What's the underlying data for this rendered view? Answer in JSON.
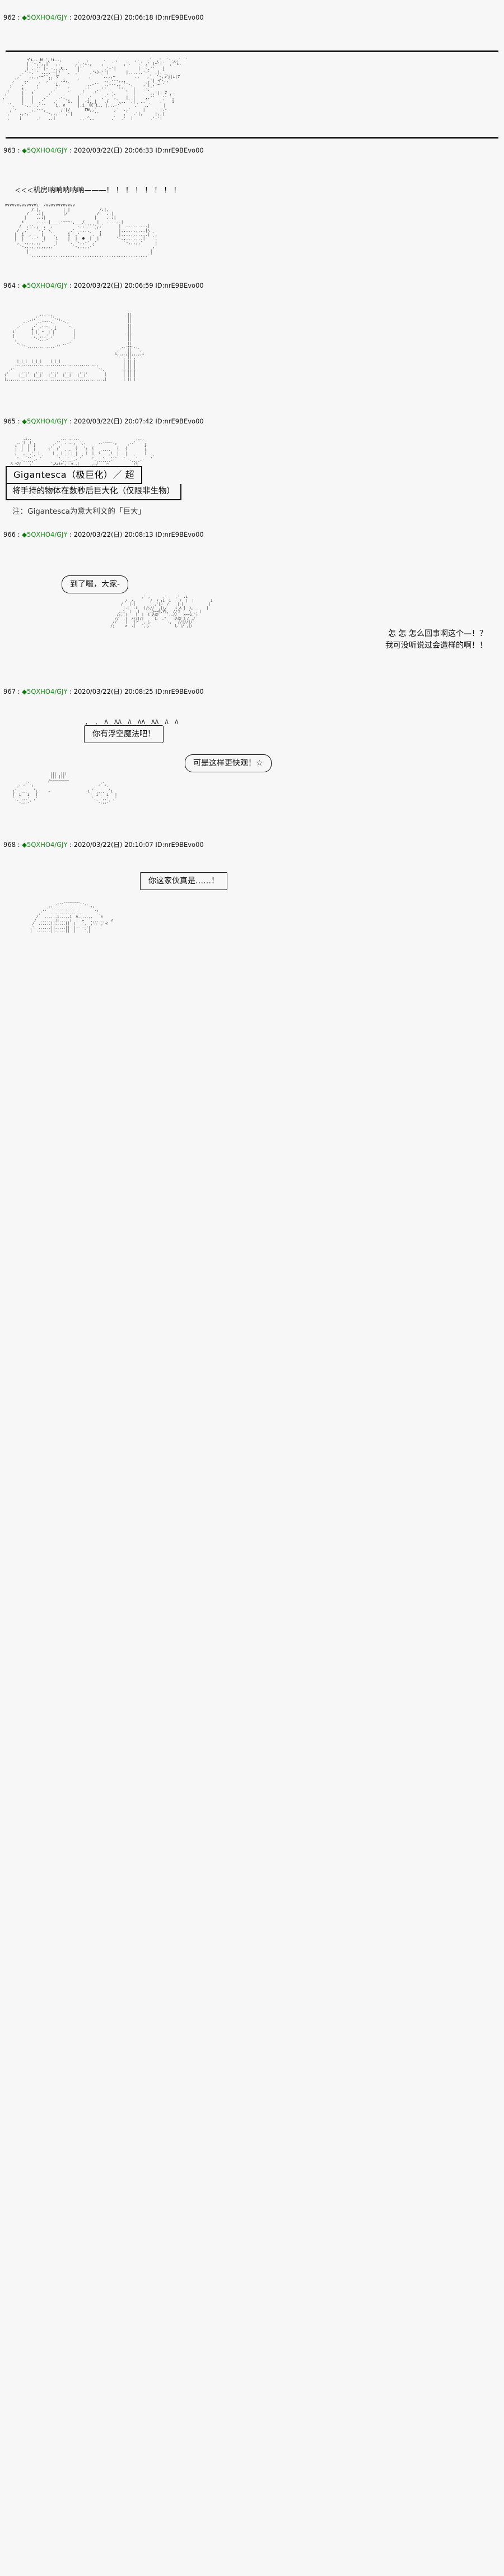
{
  "board": {
    "background_color": "#f7f7f7",
    "handle_color": "#1a8a1a",
    "text_color": "#111111"
  },
  "posts": [
    {
      "number": "962",
      "sep1": " : ",
      "diamond": "◆",
      "handle": "5QXHO4/GJY",
      "sep2": " : ",
      "date": "2020/03/22(日) 20:06:18",
      "uid": "ID:nrE9BEvo00",
      "art_lines": [
        "          イi.. Ʉ ',!i..,          ,      .    ,`      ,.   .`  ,'  `-.,,`  `",
        "          | `-,^,,|`  ,,      ,`,-i.,    ,   `    ,`.   .` ,' (~'|`  ,'`i.",
        "          | ..'' |~ -.,,X.,   `|'`        ,'~'|         |  -,''   |",
        "        .'-~,'' ,,,,-~|7   ,  .'    .'\\)~''|       |.,,,,,'~'  ,|,`",
        "      ,`   .,,,-~'',, ケ   `        ,`   `..,,~        .,   ,`  '-,アj|i|7",
        "    .`   ,.'      ,''   .i,    `          ,,,---,,,         ,`| イ-,,'",
        "   ,`   .'    ,`     `i,   `       ,.-''  ,,---,, `'-,    ,`| ,'~''",
        "  ,`    i.   ,'      .'    `     ,''   ,.''     ''-,  |   .-,`",
        " ,'     |   i      ,'      `    ,'   .'    ,.-,    `  |      ,,'|| Ź ,.",
        ".`      |   |    ,'    ,-,     |   .'    ,'  `,    |  |    ,,''   '' `.",
        "`       |   |  ,'    .'   `i.  |  -i, |   ,{   `.,, `.|  ,.`     ,`   i",
        "  ``,   '-,, ,,'''   `i, V     |,i 《《`i,. |,,,-'`     ,`  .,`     |",
        "   ,`-      ,,---,      ,'|/      ̅ΓɄ,,`       ,`  .,`     |      |.-",
        "  ,`   .,-,'      '-,,,'  ,'|         ''          ,`  .'|,     |,,|",
        "  ,    |      .'   ,,|          ,.-^,,       ,`  .'  |       .'~'|"
      ]
    },
    {
      "number": "963",
      "sep1": " : ",
      "diamond": "◆",
      "handle": "5QXHO4/GJY",
      "sep2": " : ",
      "date": "2020/03/22(日) 20:06:33",
      "uid": "ID:nrE9BEvo00",
      "shout": "机房呐呐呐呐呐",
      "shout_prefix": "＜＜＜",
      "shout_tail": "———！ ！ ！ ！ ！ ！ ！ ！",
      "art_lines": [
        " ∨∨∨∨∨∨∨∨∨∨∨∨∨\\  /∨∨∨∨∨∨∨∨∨∨∨∨",
        "            /.|,         | |            /.|,",
        "          /   .:|        |/            /   .:|",
        "         |    ..:|                    |    ..:|",
        "        i     .....|___,-~~~-,___/     |   ......|",
        "       /  ,--,,  ,  ,          .,,''''-,,`      |  .........|",
        "      /  ,'   `-,' \\        ,'  ,,,,  ``,       |..........|\\",
        "     |  i  , .  |   `.     i  ,'    `.  i       |...........| `.",
        "     |  |  `--'  |    i    |  |  ●  |  |       '-,,.......|   `.",
        "     `, `.,,,,,,'     |    `. `-,,-' ,'           `-,,,,,'     |",
        "       `-,,,,,,,,,,,,'       `-,,,,,-'                        ,'",
        "          |                                                  |",
        "          `-,,,,,,,,,,,,,,,,,,,,,,,,,,,,,,,,,,,,,,,,,,,,,,,,-'"
      ]
    },
    {
      "number": "964",
      "sep1": " : ",
      "diamond": "◆",
      "handle": "5QXHO4/GJY",
      "sep2": " : ",
      "date": "2020/03/22(日) 20:06:59",
      "uid": "ID:nrE9BEvo00",
      "art_lines": [
        "                  ,,,.,,                                    ||",
        "              ,,''     ''-,,                                ||",
        "          ,,-''  ,.-~~-,   ''-,,                            ||",
        "        ,'     ,'  ,,,  `,     `,                           ||",
        "      ,'      i  ,'   `, i       `,                         ||",
        "     i        | |  *  | |         |                         ||",
        "     |        `, `,,,' ,'         |                         ||",
        "     `,         '-,,,-'          ,'                         ||",
        "      `-,,                   ,,-'                           ||",
        "         ''-,,,,,,,,,,,,,-''                             ,,-++-,,",
        "                                                       ,'   ||   `,",
        "                                                      i,,,,,||,,,,,i",
        "                                                          , || ,",
        "       |_|_|  |_|_|    |_|_|                              | || |",
        "      ,,,,,,,,,,,,,,,,,,,,,,,,,,,,,,,,,,,,,,,,            | || |",
        "    ,-'                                      '-,          | || |",
        "  ,'     ,--,   ,--,   ,--,   ,--,   ,--,       `,        | || |",
        " i      |__|   |__|   |__|   |__|   |__|         i        | || |",
        " |,,,,,,,,,,,,,,,,,,,,,,,,,,,,,,,,,,,,,,,,,,,,,,,|        | || |"
      ]
    },
    {
      "number": "965",
      "sep1": " : ",
      "diamond": "◆",
      "handle": "5QXHO4/GJY",
      "sep2": " : ",
      "date": "2020/03/22(日) 20:07:42",
      "uid": "ID:nrE9BEvo00",
      "skill": {
        "title": "Gigantesca（极巨化）／ 超",
        "desc": "将手持的物体在数秒后巨大化（仅限非生物）",
        "note": "注：Gigantesca为意大利文的「巨大」"
      },
      "art_lines": [
        "          .i,,              ,.,,,,,.,                           ,,,.",
        "       ,.'|  |`,         ,''  ,,,,,  ``,      ,.-~~~-,,      ,,'   `,",
        "      i  |  |  i       ,'  ,'     `,  `,   ,'         `,   ,'       i",
        "      |  |  |  |      i   i   ,.,  i    i  i   ,,,,,   i   i        |",
        "      |  `, `,'  |      |   |  | | |    |  |  i     i  |   |        |",
        "      `,  `-,,-'  ,'      `,  `, `-' ,'    ,'  `,  `,,,'  ,'   `,      ,'",
        "        `-,,,,,-'          `-,,,,,-'       `-,,,,,,,-'      `-,,,,-'",
        "    Λ ⌒7/    ,`        `,Λ:!> ,! ∨-,|     ,,,/    ⌒            /\\"
      ]
    },
    {
      "number": "966",
      "sep1": " : ",
      "diamond": "◆",
      "handle": "5QXHO4/GJY",
      "sep2": " : ",
      "date": "2020/03/22(日) 20:08:13",
      "uid": "ID:nrE9BEvo00",
      "bubble_left": "到了囉，大家-",
      "bubble_right_line1": "怎 怎 怎么回事啊这个—！？",
      "bubble_right_line2": "我可没听说过会造样的啊！！",
      "art_lines": [
        "                         ,' ,'     ,'    ,'  .i               `",
        "                 /  /,       /  / ;i  i    /  |  |        i",
        "               /   |.|      _,.,'|∪  /    |.|            |",
        "                |.|  .i   |/~//  ,|\\/    i Λ |  \\,__    |",
        "              ,.i  |  .|   |`,x==≡,∇|,  //う`!  \\  . |",
        "             /;,.|    |  | 《 込勿    `,.//   x==z,`;",
        "            //  .|  ///|/|     し  .\"    込勿 》/ ,/",
        "           //    |   |ト  , し        .,   //|//|/",
        "          /;     ∧  .|   `,し            し |/ ,|/"
      ]
    },
    {
      "number": "967",
      "sep1": " : ",
      "diamond": "◆",
      "handle": "5QXHO4/GJY",
      "sep2": " : ",
      "date": "2020/03/22(日) 20:08:25",
      "uid": "ID:nrE9BEvo00",
      "bubble_top": "你有浮空魔法吧！",
      "bubble_mid": "可是这样更快观！☆",
      "spike_top": "　,　,　Λ　ΛΛ　Λ　ΛΛ　ΛΛ　Λ　Λ　",
      "art_lines": [
        "                       |||  |||",
        "                       ||| |||",
        "                      /⌒⌒⌒⌒⌒⌒⌒⌒⌒",
        "        ,.,'`.,                               ,'`,",
        "      ,'      `,                           ,'     `,",
        "     i   ,,,    i     ✧                  i   ,,,,   i",
        "     |  i   i   |                         |  i    i   |",
        "     `, `,,,'  ,'                          `,  `,,'  ,'",
        "       `-,,,-'                               `-,,,-'"
      ]
    },
    {
      "number": "968",
      "sep1": " : ",
      "diamond": "◆",
      "handle": "5QXHO4/GJY",
      "sep2": " : ",
      "date": "2020/03/22(日) 20:10:07",
      "uid": "ID:nrE9BEvo00",
      "bubble_zig": "你这家伙真是……！",
      "ellipsis": "……",
      "art_lines": [
        "                      ,,.-~~~~~~-,,",
        "                  ,,-''            ''-,,",
        "               ,,'   ............      `,,",
        "             ,'    ...............       `,",
        "            /   ......i.....i  Λ.......    ∧",
        "           /  .......||.....|  |  ≈  `,.......  ∩",
        "          /  ......||.....||  |   `,  ,'∩  ,'イ",
        "         ,'  ......||.....||  |—— ——'|",
        "         |  .......||.....||  |    `,|"
      ]
    }
  ],
  "icons": {
    "diamond": "◆"
  }
}
